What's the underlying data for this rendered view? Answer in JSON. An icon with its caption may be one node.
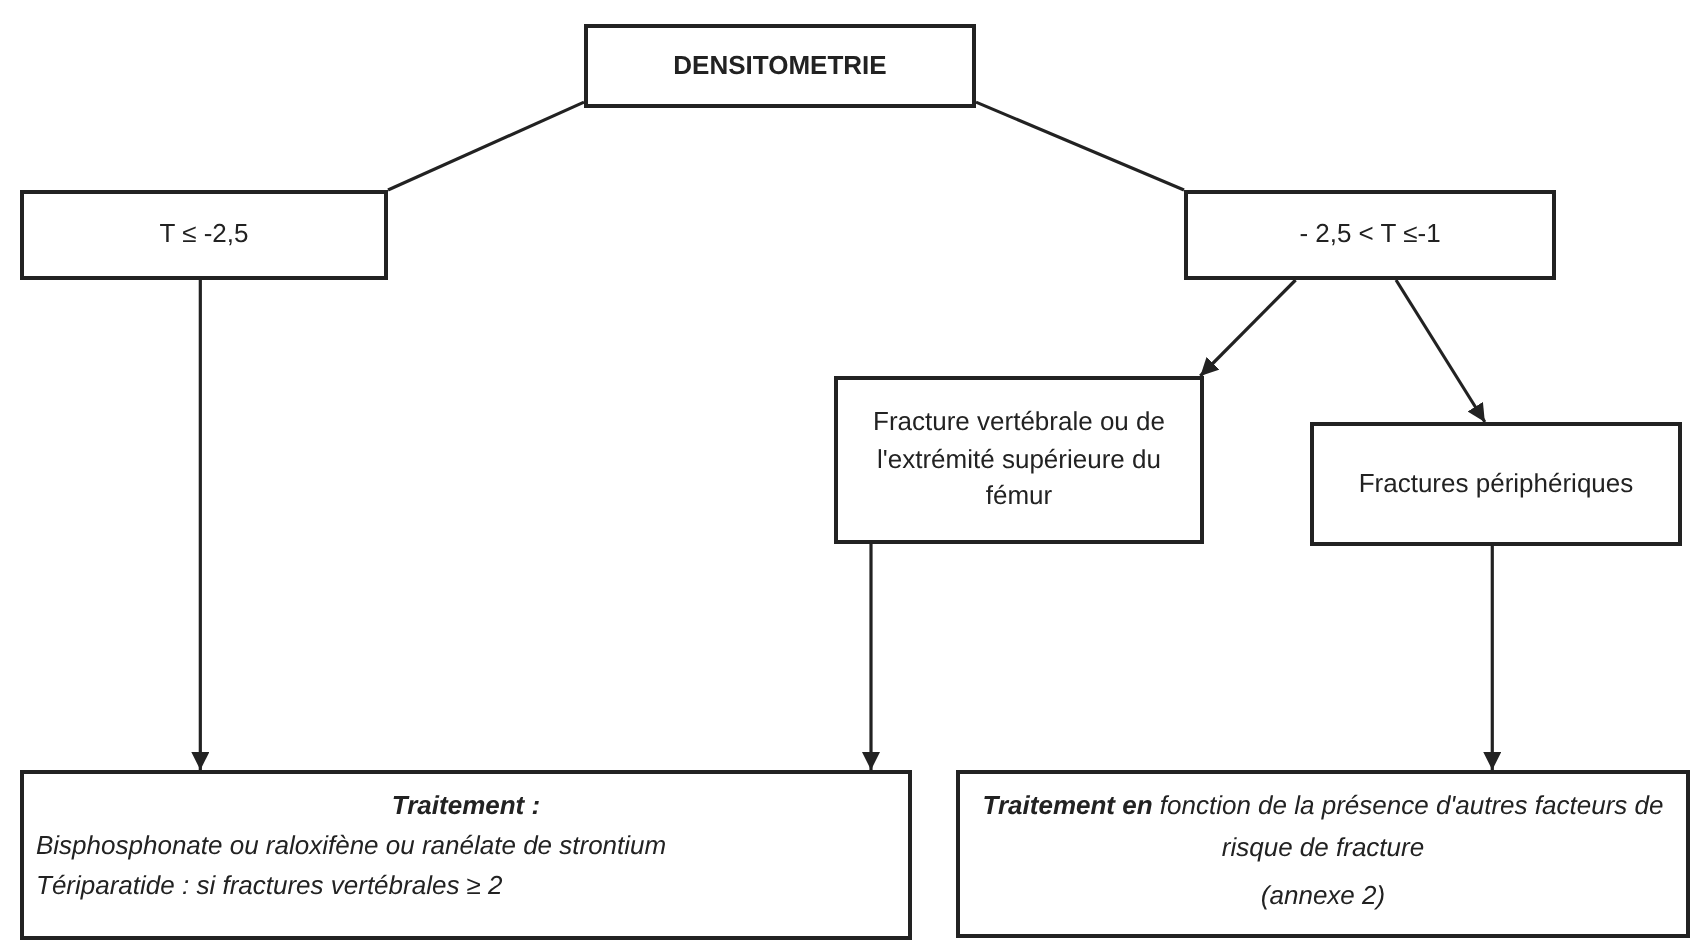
{
  "diagram": {
    "nodes": [
      {
        "text": [
          "DENSITOMETRIE"
        ]
      },
      {
        "text": [
          "T ≤ -2,5"
        ]
      },
      {
        "text": [
          "- 2,5 < T ≤-1"
        ]
      },
      {
        "text": [
          "Fracture vertébrale ou de l'extrémité supérieure du fémur"
        ]
      },
      {
        "text": [
          "Fractures périphériques"
        ]
      },
      {
        "text": [
          "Traitement :",
          "Bisphosphonate ou raloxifène ou ranélate de strontium",
          "Tériparatide : si fractures vertébrales ≥ 2"
        ]
      },
      {
        "text": [
          "**Traitement en** fonction de la présence d'autres facteurs de risque de fracture",
          "(annexe 2)"
        ]
      }
    ],
    "edges": [
      {
        "from": 0,
        "to": 1,
        "arrow": "none"
      },
      {
        "from": 0,
        "to": 2,
        "arrow": "none"
      },
      {
        "from": 2,
        "to": 3,
        "arrow": "to"
      },
      {
        "from": 2,
        "to": 4,
        "arrow": "to"
      },
      {
        "from": 1,
        "to": 5,
        "arrow": "to"
      },
      {
        "from": 3,
        "to": 5,
        "arrow": "to"
      },
      {
        "from": 4,
        "to": 6,
        "arrow": "to"
      }
    ]
  }
}
